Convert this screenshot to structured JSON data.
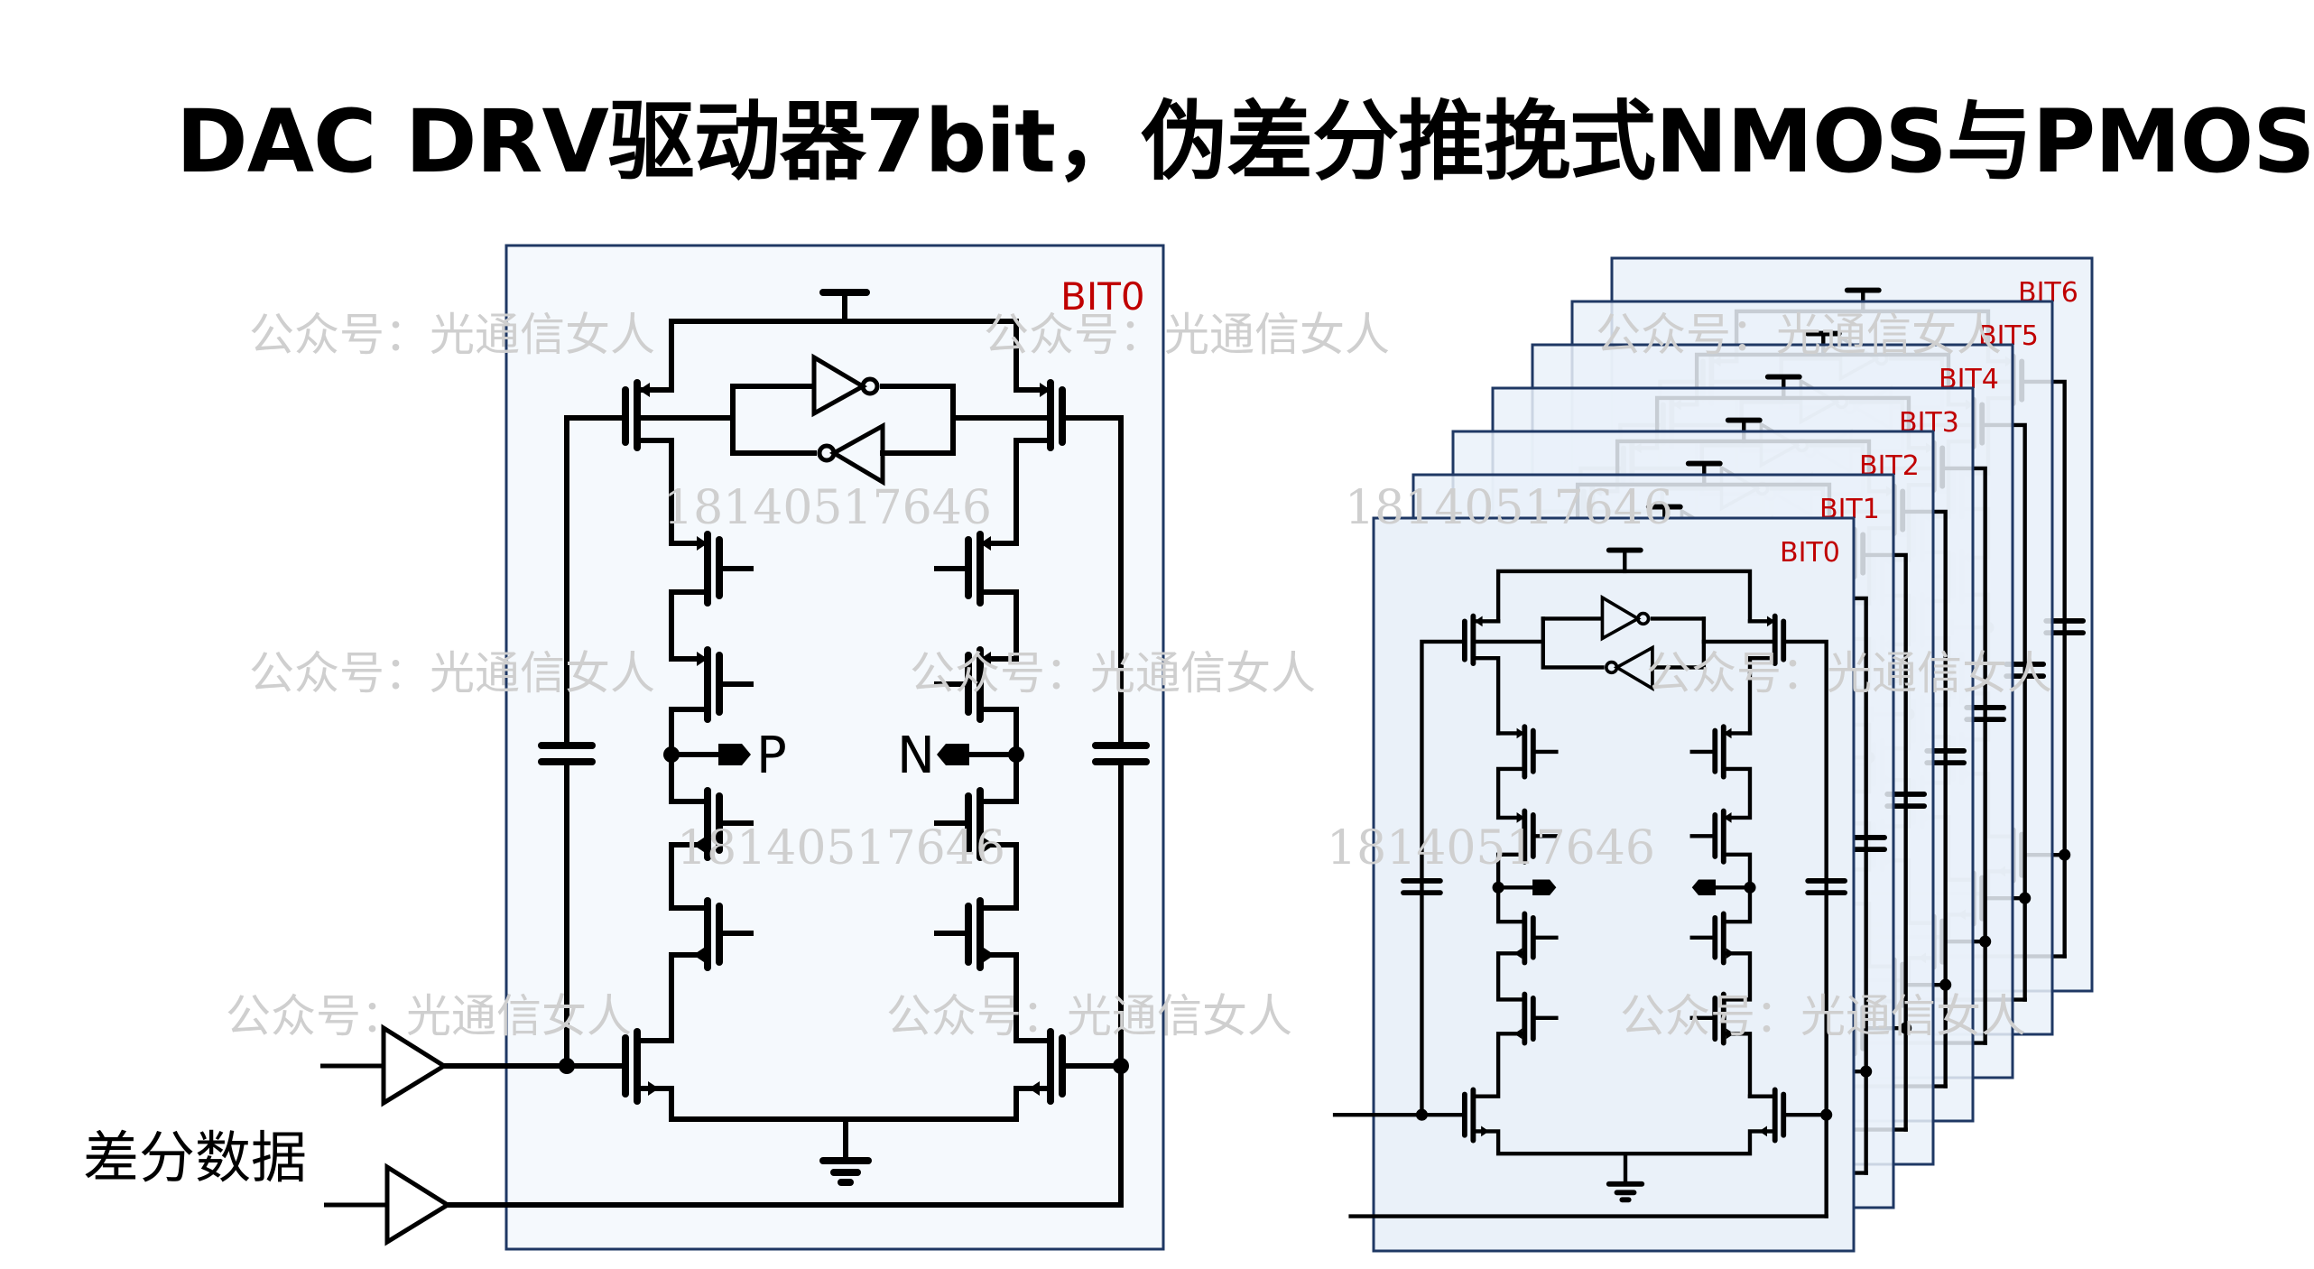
{
  "title": "DAC DRV驱动器7bit，伪差分推挽式NMOS与PMOS",
  "main_block": {
    "label": "BIT0",
    "node_p": "P",
    "node_n": "N"
  },
  "stacked_blocks": [
    {
      "label": "BIT6"
    },
    {
      "label": "BIT5"
    },
    {
      "label": "BIT4"
    },
    {
      "label": "BIT3"
    },
    {
      "label": "BIT2"
    },
    {
      "label": "BIT1"
    },
    {
      "label": "BIT0"
    }
  ],
  "input_label": "差分数据",
  "components": {
    "supply": "vdd-icon",
    "ground": "ground-icon",
    "buffers": [
      "buffer-icon",
      "buffer-icon"
    ],
    "latch": "cross-coupled-inverter-latch",
    "transistors": "pmos/nmos push-pull",
    "capacitors": "coupling-capacitor-icon"
  },
  "colors": {
    "block_fill_main": "#f5f9fd",
    "block_fill_stacked": "#eaf1f9",
    "block_border": "#1f3864",
    "bit_label": "#c00000",
    "watermark": "#cfcfcf"
  },
  "watermarks": {
    "account": "公众号：光通信女人",
    "phone": "18140517646"
  }
}
